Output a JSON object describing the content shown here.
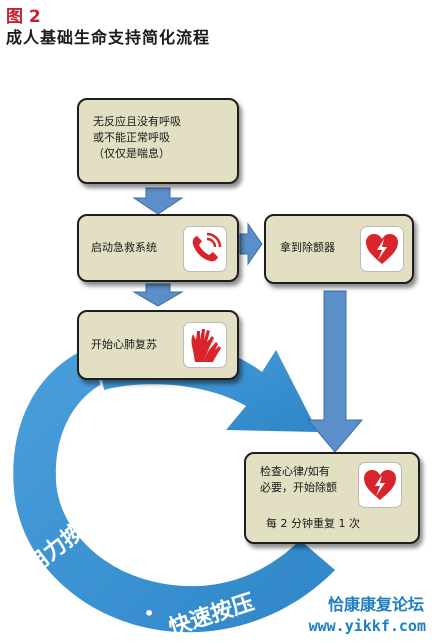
{
  "figure": {
    "label": "图 2",
    "title": "成人基础生命支持简化流程"
  },
  "steps": {
    "assess": "无反应且没有呼吸\n或不能正常呼吸\n（仅仅是喘息）",
    "call_ems": "启动急救系统",
    "get_aed": "拿到除颤器",
    "cpr": "开始心肺复苏",
    "check_rhythm": "检查心律/如有\n必要，开始除颤",
    "repeat": "每 2 分钟重复 1 次"
  },
  "cycle": {
    "push_hard": "用力按压",
    "separator": "•",
    "push_fast": "快速按压"
  },
  "watermark": {
    "name": "恰康康复论坛",
    "url": "www.yikkf.com"
  },
  "icons": {
    "phone": "phone-icon",
    "aed": "aed-heart-icon",
    "hands": "cpr-hands-icon"
  },
  "colors": {
    "box_fill": "#e2dfc2",
    "arrow_blue": "#5b8fc9",
    "cycle_blue": "#3b93d3",
    "icon_red": "#d9242b",
    "title_red": "#c8202e"
  }
}
